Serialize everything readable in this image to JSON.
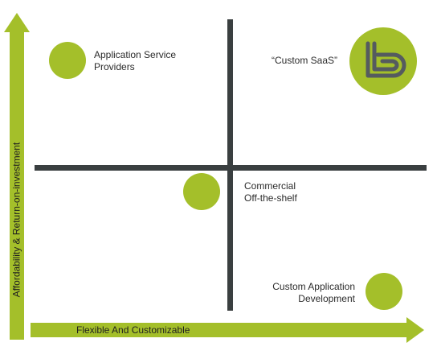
{
  "colors": {
    "accent": "#a4bf2a",
    "quadrant_lines": "#3a3f40",
    "logo_mark": "#555b5f"
  },
  "axes": {
    "y_label": "Affordability & Return-on-investment",
    "x_label": "Flexible And Customizable"
  },
  "quadrants": {
    "top_left": {
      "lines": [
        "Application Service",
        "Providers"
      ]
    },
    "top_right": {
      "lines": [
        "“Custom SaaS”"
      ],
      "icon": "brand-logo-icon"
    },
    "center": {
      "lines": [
        "Commercial",
        "Off-the-shelf"
      ]
    },
    "bottom_right": {
      "lines": [
        "Custom Application",
        "Development"
      ]
    }
  }
}
